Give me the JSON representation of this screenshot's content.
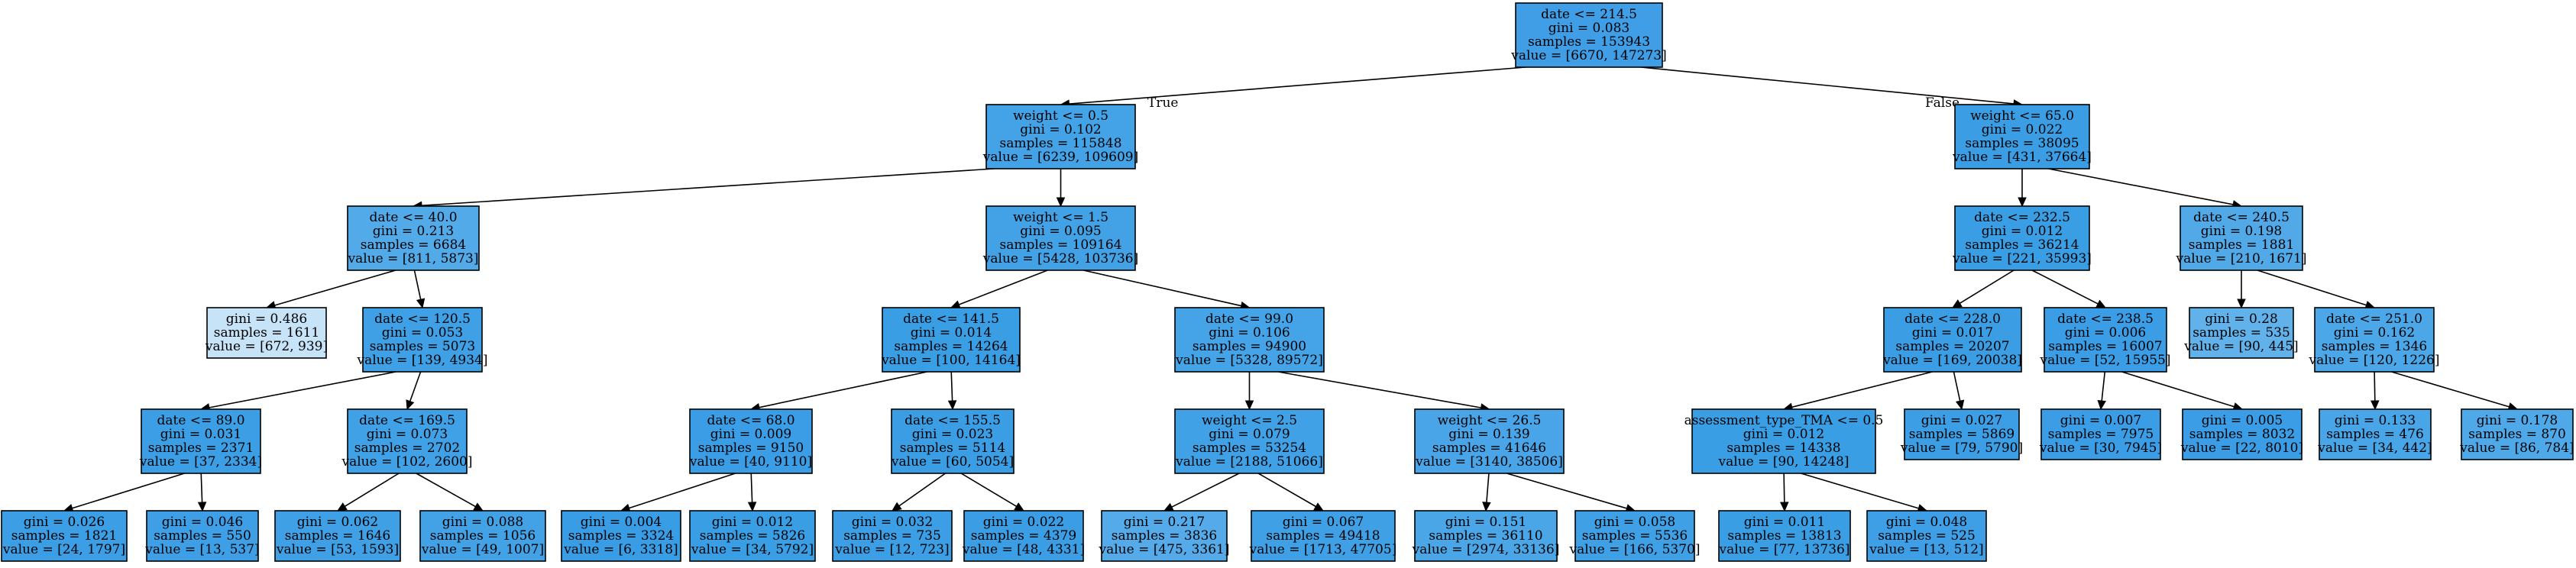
{
  "tree": {
    "edge_labels": {
      "left": "True",
      "right": "False"
    },
    "nodes": [
      {
        "id": "n0",
        "lines": [
          "date <= 214.5",
          "gini = 0.083",
          "samples = 153943",
          "value = [6670, 147273]"
        ],
        "color": "#3f9ee6"
      },
      {
        "id": "n1",
        "parent": "n0",
        "lines": [
          "weight <= 0.5",
          "gini = 0.102",
          "samples = 115848",
          "value = [6239, 109609]"
        ],
        "color": "#44a2e6"
      },
      {
        "id": "n2",
        "parent": "n1",
        "lines": [
          "date <= 40.0",
          "gini = 0.213",
          "samples = 6684",
          "value = [811, 5873]"
        ],
        "color": "#53aae8"
      },
      {
        "id": "n3",
        "parent": "n2",
        "lines": [
          "gini = 0.486",
          "samples = 1611",
          "value = [672, 939]"
        ],
        "color": "#c7e3f8"
      },
      {
        "id": "n4",
        "parent": "n2",
        "lines": [
          "date <= 120.5",
          "gini = 0.053",
          "samples = 5073",
          "value = [139, 4934]"
        ],
        "color": "#3fa0e6"
      },
      {
        "id": "n5",
        "parent": "n4",
        "lines": [
          "date <= 89.0",
          "gini = 0.031",
          "samples = 2371",
          "value = [37, 2334]"
        ],
        "color": "#3c9fe5"
      },
      {
        "id": "n6",
        "parent": "n5",
        "lines": [
          "gini = 0.026",
          "samples = 1821",
          "value = [24, 1797]"
        ],
        "color": "#3c9ee5"
      },
      {
        "id": "n7",
        "parent": "n5",
        "lines": [
          "gini = 0.046",
          "samples = 550",
          "value = [13, 537]"
        ],
        "color": "#3e9fe6"
      },
      {
        "id": "n8",
        "parent": "n4",
        "lines": [
          "date <= 169.5",
          "gini = 0.073",
          "samples = 2702",
          "value = [102, 2600]"
        ],
        "color": "#41a1e6"
      },
      {
        "id": "n9",
        "parent": "n8",
        "lines": [
          "gini = 0.062",
          "samples = 1646",
          "value = [53, 1593]"
        ],
        "color": "#40a0e6"
      },
      {
        "id": "n10",
        "parent": "n8",
        "lines": [
          "gini = 0.088",
          "samples = 1056",
          "value = [49, 1007]"
        ],
        "color": "#43a2e6"
      },
      {
        "id": "n11",
        "parent": "n1",
        "lines": [
          "weight <= 1.5",
          "gini = 0.095",
          "samples = 109164",
          "value = [5428, 103736]"
        ],
        "color": "#43a2e6"
      },
      {
        "id": "n12",
        "parent": "n11",
        "lines": [
          "date <= 141.5",
          "gini = 0.014",
          "samples = 14264",
          "value = [100, 14164]"
        ],
        "color": "#3a9ee5"
      },
      {
        "id": "n13",
        "parent": "n12",
        "lines": [
          "date <= 68.0",
          "gini = 0.009",
          "samples = 9150",
          "value = [40, 9110]"
        ],
        "color": "#3a9de5"
      },
      {
        "id": "n14",
        "parent": "n13",
        "lines": [
          "gini = 0.004",
          "samples = 3324",
          "value = [6, 3318]"
        ],
        "color": "#399de5"
      },
      {
        "id": "n15",
        "parent": "n13",
        "lines": [
          "gini = 0.012",
          "samples = 5826",
          "value = [34, 5792]"
        ],
        "color": "#3a9ee5"
      },
      {
        "id": "n16",
        "parent": "n12",
        "lines": [
          "date <= 155.5",
          "gini = 0.023",
          "samples = 5114",
          "value = [60, 5054]"
        ],
        "color": "#3b9ee5"
      },
      {
        "id": "n17",
        "parent": "n16",
        "lines": [
          "gini = 0.032",
          "samples = 735",
          "value = [12, 723]"
        ],
        "color": "#3c9fe5"
      },
      {
        "id": "n18",
        "parent": "n16",
        "lines": [
          "gini = 0.022",
          "samples = 4379",
          "value = [48, 4331]"
        ],
        "color": "#3b9ee5"
      },
      {
        "id": "n19",
        "parent": "n11",
        "lines": [
          "date <= 99.0",
          "gini = 0.106",
          "samples = 94900",
          "value = [5328, 89572]"
        ],
        "color": "#45a3e7"
      },
      {
        "id": "n20",
        "parent": "n19",
        "lines": [
          "weight <= 2.5",
          "gini = 0.079",
          "samples = 53254",
          "value = [2188, 51066]"
        ],
        "color": "#41a1e6"
      },
      {
        "id": "n21",
        "parent": "n20",
        "lines": [
          "gini = 0.217",
          "samples = 3836",
          "value = [475, 3361]"
        ],
        "color": "#55abe9"
      },
      {
        "id": "n22",
        "parent": "n20",
        "lines": [
          "gini = 0.067",
          "samples = 49418",
          "value = [1713, 47705]"
        ],
        "color": "#40a0e6"
      },
      {
        "id": "n23",
        "parent": "n19",
        "lines": [
          "weight <= 26.5",
          "gini = 0.139",
          "samples = 41646",
          "value = [3140, 38506]"
        ],
        "color": "#49a5e7"
      },
      {
        "id": "n24",
        "parent": "n23",
        "lines": [
          "gini = 0.151",
          "samples = 36110",
          "value = [2974, 33136]"
        ],
        "color": "#4ba6e7"
      },
      {
        "id": "n25",
        "parent": "n23",
        "lines": [
          "gini = 0.058",
          "samples = 5536",
          "value = [166, 5370]"
        ],
        "color": "#3fa0e6"
      },
      {
        "id": "n26",
        "parent": "n0",
        "lines": [
          "weight <= 65.0",
          "gini = 0.022",
          "samples = 38095",
          "value = [431, 37664]"
        ],
        "color": "#3b9ee5"
      },
      {
        "id": "n27",
        "parent": "n26",
        "lines": [
          "date <= 232.5",
          "gini = 0.012",
          "samples = 36214",
          "value = [221, 35993]"
        ],
        "color": "#3a9ee5"
      },
      {
        "id": "n28",
        "parent": "n27",
        "lines": [
          "date <= 228.0",
          "gini = 0.017",
          "samples = 20207",
          "value = [169, 20038]"
        ],
        "color": "#3b9ee5"
      },
      {
        "id": "n29",
        "parent": "n28",
        "lines": [
          "assessment_type_TMA <= 0.5",
          "gini = 0.012",
          "samples = 14338",
          "value = [90, 14248]"
        ],
        "color": "#3a9ee5"
      },
      {
        "id": "n30",
        "parent": "n29",
        "lines": [
          "gini = 0.011",
          "samples = 13813",
          "value = [77, 13736]"
        ],
        "color": "#3a9ee5"
      },
      {
        "id": "n31",
        "parent": "n29",
        "lines": [
          "gini = 0.048",
          "samples = 525",
          "value = [13, 512]"
        ],
        "color": "#3e9fe6"
      },
      {
        "id": "n32",
        "parent": "n28",
        "lines": [
          "gini = 0.027",
          "samples = 5869",
          "value = [79, 5790]"
        ],
        "color": "#3c9ee5"
      },
      {
        "id": "n33",
        "parent": "n27",
        "lines": [
          "date <= 238.5",
          "gini = 0.006",
          "samples = 16007",
          "value = [52, 15955]"
        ],
        "color": "#3a9de5"
      },
      {
        "id": "n34",
        "parent": "n33",
        "lines": [
          "gini = 0.007",
          "samples = 7975",
          "value = [30, 7945]"
        ],
        "color": "#3a9de5"
      },
      {
        "id": "n35",
        "parent": "n33",
        "lines": [
          "gini = 0.005",
          "samples = 8032",
          "value = [22, 8010]"
        ],
        "color": "#3a9de5"
      },
      {
        "id": "n36",
        "parent": "n26",
        "lines": [
          "date <= 240.5",
          "gini = 0.198",
          "samples = 1881",
          "value = [210, 1671]"
        ],
        "color": "#52a9e8"
      },
      {
        "id": "n37",
        "parent": "n36",
        "lines": [
          "gini = 0.28",
          "samples = 535",
          "value = [90, 445]"
        ],
        "color": "#61b1ea"
      },
      {
        "id": "n38",
        "parent": "n36",
        "lines": [
          "date <= 251.0",
          "gini = 0.162",
          "samples = 1346",
          "value = [120, 1226]"
        ],
        "color": "#4ca7e8"
      },
      {
        "id": "n39",
        "parent": "n38",
        "lines": [
          "gini = 0.133",
          "samples = 476",
          "value = [34, 442]"
        ],
        "color": "#48a5e7"
      },
      {
        "id": "n40",
        "parent": "n38",
        "lines": [
          "gini = 0.178",
          "samples = 870",
          "value = [86, 784]"
        ],
        "color": "#4fa8e8"
      }
    ]
  }
}
